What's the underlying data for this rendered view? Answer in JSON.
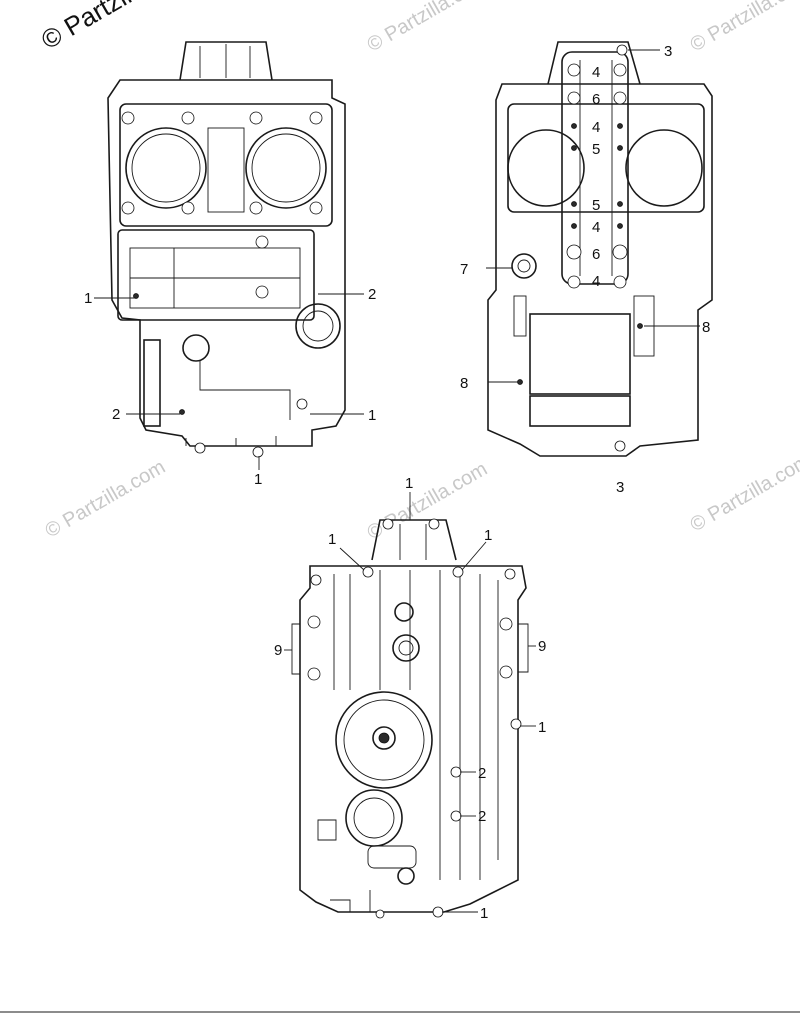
{
  "watermark": {
    "main": "© Partzilla",
    "faint": "© Partzilla.com"
  },
  "callouts": {
    "view1": [
      "1",
      "2",
      "2",
      "1",
      "1"
    ],
    "view2": [
      "3",
      "4",
      "6",
      "4",
      "5",
      "5",
      "4",
      "6",
      "4",
      "7",
      "8",
      "8",
      "3"
    ],
    "view3": [
      "1",
      "1",
      "1",
      "9",
      "9",
      "1",
      "2",
      "2",
      "1"
    ]
  }
}
